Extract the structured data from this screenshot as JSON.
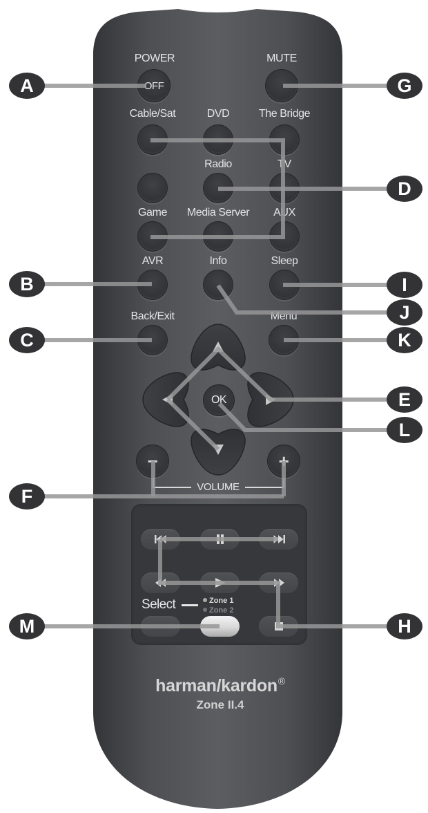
{
  "colors": {
    "body_edge": "#36373a",
    "body_center": "#5b5d61",
    "button": "#35363a",
    "panel": "#37383b",
    "connector_line": "#969698",
    "callout_fill": "#333335",
    "label_text": "#e4e4e4"
  },
  "remote": {
    "power": {
      "label": "POWER",
      "button_text": "OFF"
    },
    "mute": {
      "label": "MUTE"
    },
    "sources": [
      {
        "label": "Cable/Sat"
      },
      {
        "label": "DVD"
      },
      {
        "label": "The Bridge"
      },
      {
        "label": ""
      },
      {
        "label": "Radio"
      },
      {
        "label": "TV"
      },
      {
        "label": "Game"
      },
      {
        "label": "Media Server"
      },
      {
        "label": "AUX"
      }
    ],
    "functions": [
      {
        "label": "AVR"
      },
      {
        "label": "Info"
      },
      {
        "label": "Sleep"
      }
    ],
    "back_exit": {
      "label": "Back/Exit"
    },
    "menu": {
      "label": "Menu"
    },
    "nav": {
      "ok": "OK",
      "up": "up-arrow",
      "down": "down-arrow",
      "left": "left-arrow",
      "right": "right-arrow"
    },
    "volume": {
      "label": "VOLUME",
      "minus": "−",
      "plus": "+"
    },
    "media": {
      "buttons": [
        {
          "icon": "previous-track-icon"
        },
        {
          "icon": "pause-icon"
        },
        {
          "icon": "next-track-icon"
        },
        {
          "icon": "rewind-icon"
        },
        {
          "icon": "play-icon"
        },
        {
          "icon": "fast-forward-icon"
        },
        {
          "icon": "blank"
        },
        {
          "icon": "zone-select"
        },
        {
          "icon": "stop-icon"
        }
      ],
      "select_label": "Select",
      "zone1": "Zone 1",
      "zone2": "Zone 2"
    },
    "brand": "harman/kardon",
    "brand_mark": "®",
    "model": "Zone II.4"
  },
  "callouts": {
    "A": "A",
    "B": "B",
    "C": "C",
    "D": "D",
    "E": "E",
    "F": "F",
    "G": "G",
    "H": "H",
    "I": "I",
    "J": "J",
    "K": "K",
    "L": "L",
    "M": "M"
  }
}
